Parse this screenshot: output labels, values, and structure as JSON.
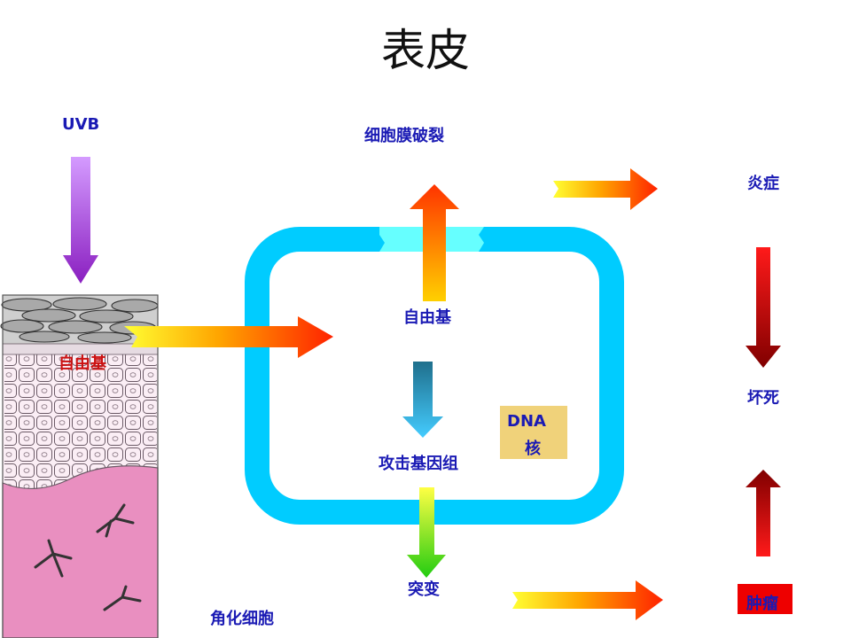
{
  "title": "表皮",
  "labels": {
    "uvb": "UVB",
    "membrane_rupture": "细胞膜破裂",
    "free_radical_cell": "自由基",
    "free_radical_skin": "自由基",
    "attack_genome": "攻击基因组",
    "dna": "DNA",
    "nucleus": "核",
    "mutation": "突变",
    "keratinocyte": "角化细胞",
    "inflammation": "炎症",
    "necrosis": "坏死",
    "tumor": "肿瘤"
  },
  "colors": {
    "text": "#1a1ab4",
    "cell_wall": "#00ccff",
    "tumor_box": "#ee0000",
    "dna_box": "#f0d27a"
  }
}
